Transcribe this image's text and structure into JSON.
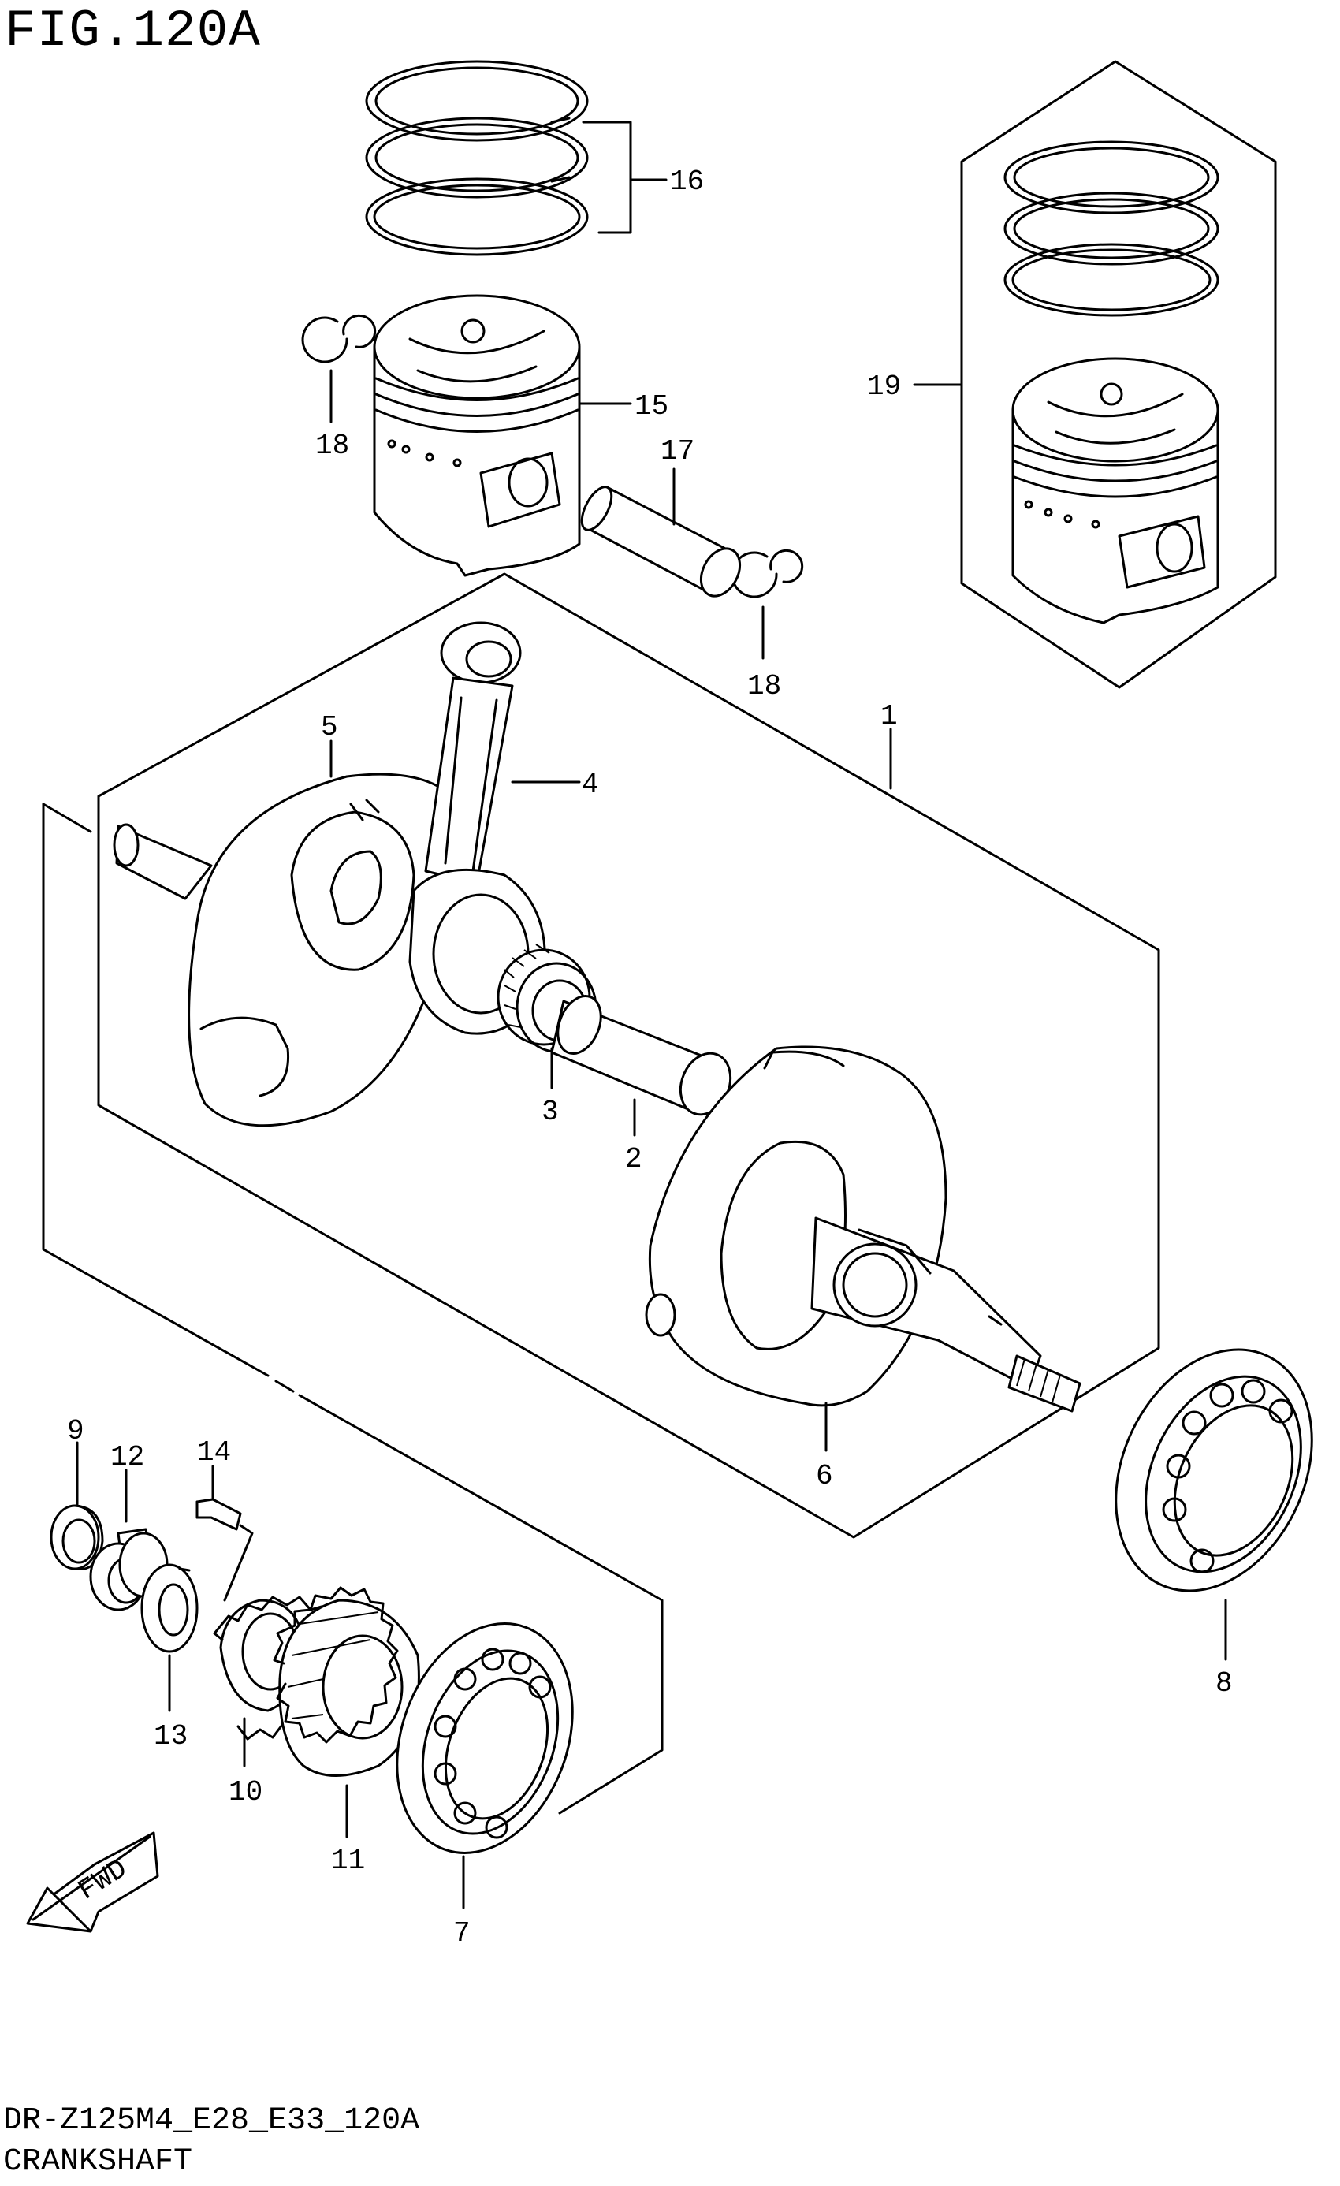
{
  "figure": {
    "title": "FIG.120A",
    "model_code": "DR-Z125M4_E28_E33_120A",
    "section_name": "CRANKSHAFT"
  },
  "callouts": {
    "c1": "1",
    "c2": "2",
    "c3": "3",
    "c4": "4",
    "c5": "5",
    "c6": "6",
    "c7": "7",
    "c8": "8",
    "c9": "9",
    "c10": "10",
    "c11": "11",
    "c12": "12",
    "c13": "13",
    "c14": "14",
    "c15": "15",
    "c16": "16",
    "c17": "17",
    "c18a": "18",
    "c18b": "18",
    "c19": "19"
  },
  "direction_badge": {
    "text": "FWD"
  }
}
